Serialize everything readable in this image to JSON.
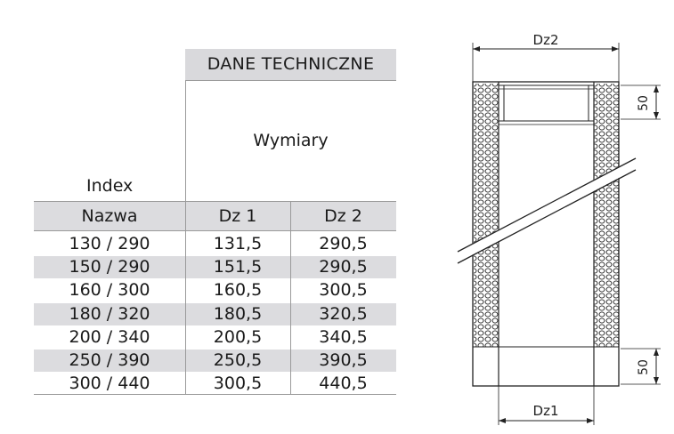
{
  "table": {
    "section_title": "DANE TECHNICZNE",
    "group_header": "Wymiary",
    "index_label": "Index",
    "columns": [
      "Nazwa",
      "Dz 1",
      "Dz 2"
    ],
    "rows": [
      [
        "130 / 290",
        "131,5",
        "290,5"
      ],
      [
        "150 / 290",
        "151,5",
        "290,5"
      ],
      [
        "160 / 300",
        "160,5",
        "300,5"
      ],
      [
        "180 / 320",
        "180,5",
        "320,5"
      ],
      [
        "200 / 340",
        "200,5",
        "340,5"
      ],
      [
        "250 / 390",
        "250,5",
        "390,5"
      ],
      [
        "300 / 440",
        "300,5",
        "440,5"
      ]
    ]
  },
  "drawing": {
    "top_label": "Dz2",
    "bottom_label": "Dz1",
    "top_dimension": "50",
    "bottom_dimension": "50"
  }
}
